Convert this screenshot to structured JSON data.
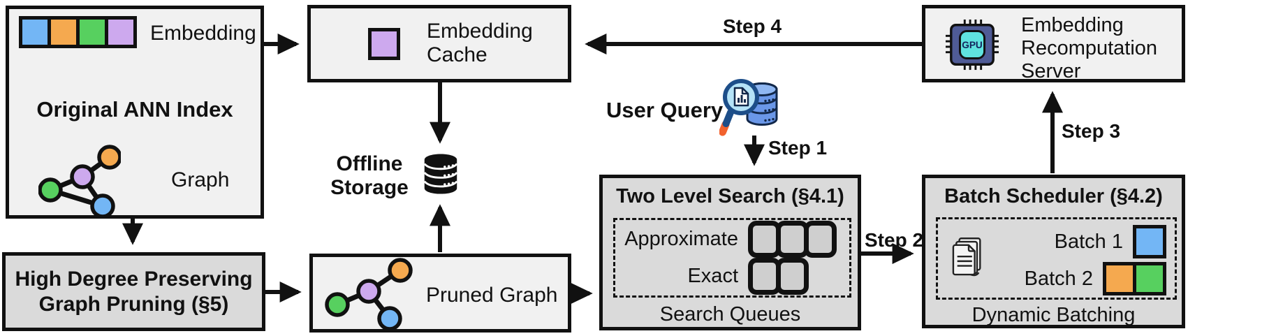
{
  "colors": {
    "blue": "#73b6f5",
    "orange": "#f5a94f",
    "green": "#57d05f",
    "purple": "#cda9ee",
    "box_light": "#f1f1f1",
    "box_dark": "#dadada",
    "line": "#111111",
    "magnifier_rim": "#1d4e89",
    "magnifier_lens": "#b5e3f7",
    "handle_tip": "#f2622e",
    "db_blue": "#6a97e8",
    "gpu_body": "#4f5b96",
    "gpu_core": "#5fe3df"
  },
  "ann_index": {
    "embedding_label": "Embedding",
    "title": "Original ANN Index",
    "graph_label": "Graph"
  },
  "pruning": {
    "lines": [
      "High Degree Preserving",
      "Graph Pruning (§5)"
    ]
  },
  "embedding_cache": {
    "label": "Embedding Cache"
  },
  "offline_storage": {
    "label": "Offline Storage"
  },
  "pruned_graph": {
    "label": "Pruned Graph"
  },
  "user_query": {
    "label": "User Query"
  },
  "steps": {
    "step1": "Step 1",
    "step2": "Step 2",
    "step3": "Step 3",
    "step4": "Step 4"
  },
  "two_level_search": {
    "title": "Two Level Search (§4.1)",
    "rows": [
      {
        "label": "Approximate",
        "slots": 3
      },
      {
        "label": "Exact",
        "slots": 2
      }
    ],
    "footer": "Search Queues"
  },
  "batch_scheduler": {
    "title": "Batch Scheduler (§4.2)",
    "batches": [
      {
        "label": "Batch 1",
        "chips": [
          "blue"
        ]
      },
      {
        "label": "Batch 2",
        "chips": [
          "orange",
          "green"
        ]
      }
    ],
    "footer": "Dynamic Batching"
  },
  "recomputation_server": {
    "label": "Embedding Recomputation Server",
    "chip_label": "GPU"
  }
}
